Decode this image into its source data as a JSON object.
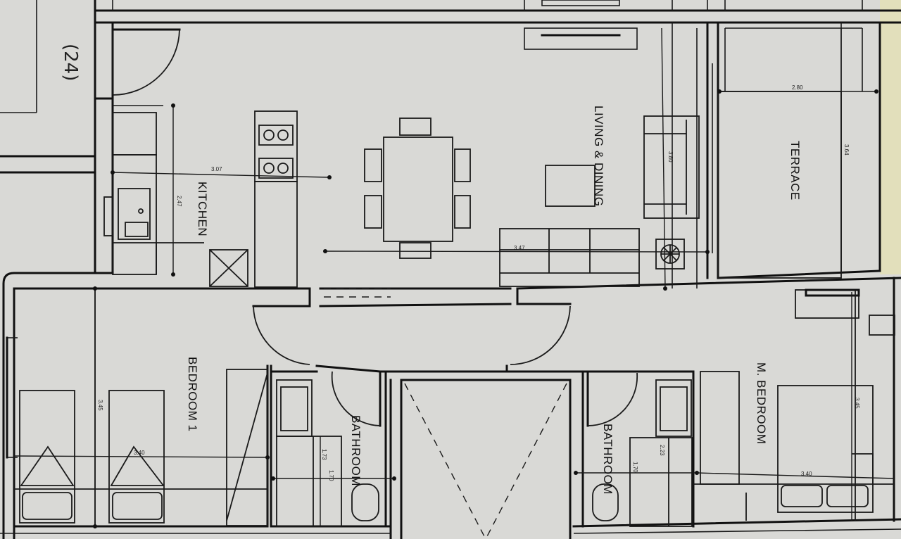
{
  "unit_number": "(24)",
  "rooms": {
    "kitchen": "KITCHEN",
    "living": "LIVING & DINING",
    "terrace": "TERRACE",
    "bedroom1": "BEDROOM 1",
    "mbedroom": "M. BEDROOM",
    "bathroom1": "BATHROOM",
    "bathroom2": "BATHROOM"
  },
  "dimensions": {
    "kitchen_width": "3.07",
    "kitchen_depth": "2.47",
    "living_width": "3.47",
    "living_depth": "3.80",
    "terrace_width": "2.80",
    "terrace_depth": "3.64",
    "bedroom1_depth": "3.45",
    "bedroom1_width": "3.40",
    "bath1_width": "1.73",
    "bath1_depth": "1.70",
    "bath2_width": "1.70",
    "bath2_depth": "2.23",
    "mbed_depth": "3.45",
    "mbed_width": "3.40"
  },
  "colors": {
    "paper": "#d9d9d6",
    "ink": "#111111",
    "edge_strip": "#e8e3a8"
  }
}
